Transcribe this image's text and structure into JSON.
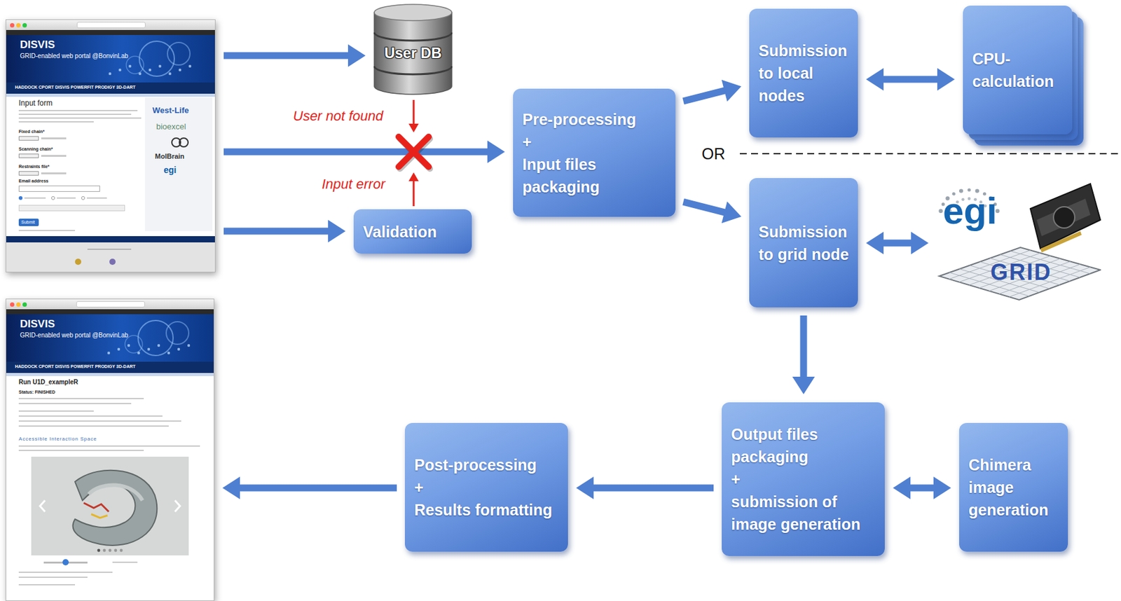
{
  "diagram": {
    "nodes": [
      {
        "text": [
          "DISVIS",
          "GRID-enabled web portal @BonvinLab",
          "HADDOCK CPORT DISVIS POWERFIT PRODIGY 3D-DART",
          "Input form",
          "Fixed chain*",
          "Scanning chain*",
          "Restraints file*",
          "Email address",
          "Submit",
          "West-Life",
          "bioexcel",
          "MolBrain",
          "egi"
        ]
      },
      {
        "text": [
          "User DB"
        ]
      },
      {
        "text": [
          "Pre-processing",
          "+",
          "Input files packaging"
        ]
      },
      {
        "text": [
          "Submission to local nodes"
        ]
      },
      {
        "text": [
          "CPU-calculation"
        ]
      },
      {
        "text": [
          "Validation"
        ]
      },
      {
        "text": [
          "Submission to grid node"
        ]
      },
      {
        "text": [
          "egi",
          "GRID"
        ]
      },
      {
        "text": [
          "DISVIS",
          "GRID-enabled web portal @BonvinLab",
          "HADDOCK CPORT DISVIS POWERFIT PRODIGY 3D-DART",
          "Run U1D_exampleR",
          "Status: FINISHED",
          "Accessible Interaction Space"
        ]
      },
      {
        "text": [
          "Post-processing",
          "+",
          "Results formatting"
        ]
      },
      {
        "text": [
          "Output files packaging",
          "+",
          "submission of image generation"
        ]
      },
      {
        "text": [
          "Chimera image generation"
        ]
      }
    ],
    "edges": [
      {
        "from": 0,
        "to": 1,
        "arrow": "to"
      },
      {
        "from": 0,
        "to": 2,
        "arrow": "to"
      },
      {
        "from": 0,
        "to": 5,
        "arrow": "to"
      },
      {
        "from": 2,
        "to": 3,
        "arrow": "to"
      },
      {
        "from": 2,
        "to": 6,
        "arrow": "to"
      },
      {
        "from": 3,
        "to": 4,
        "arrow": "both"
      },
      {
        "from": 6,
        "to": 7,
        "arrow": "both"
      },
      {
        "from": 6,
        "to": 10,
        "arrow": "to"
      },
      {
        "from": 10,
        "to": 11,
        "arrow": "both"
      },
      {
        "from": 10,
        "to": 9,
        "arrow": "to"
      },
      {
        "from": 9,
        "to": 8,
        "arrow": "to"
      }
    ],
    "labels": [
      "User not found",
      "Input error",
      "OR"
    ]
  }
}
